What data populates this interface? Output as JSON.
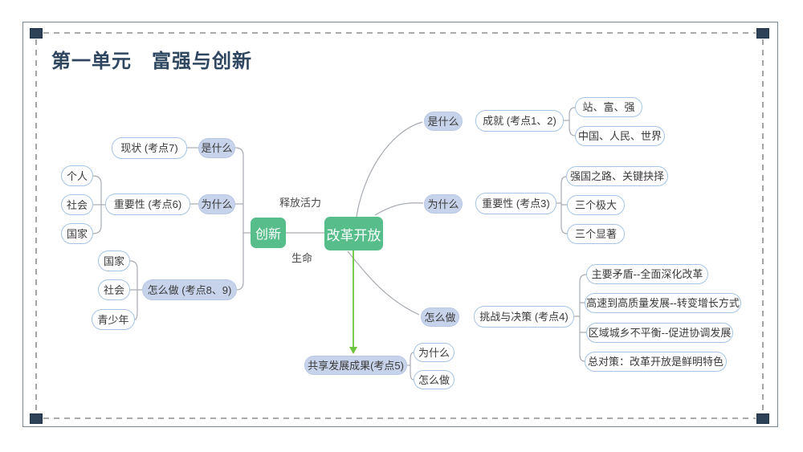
{
  "title": "第一单元　富强与创新",
  "link": {
    "top_label": "释放活力",
    "bottom_label": "生命"
  },
  "innovation": {
    "root": "创新",
    "what": {
      "label": "是什么",
      "status": "现状 (考点7)"
    },
    "why": {
      "label": "为什么",
      "importance": "重要性 (考点6)",
      "levels": [
        "个人",
        "社会",
        "国家"
      ]
    },
    "how": {
      "label": "怎么做 (考点8、9)",
      "actors": [
        "国家",
        "社会",
        "青少年"
      ]
    }
  },
  "reform": {
    "root": "改革开放",
    "what": {
      "label": "是什么",
      "achievement": "成就 (考点1、2)",
      "details": [
        "站、富、强",
        "中国、人民、世界"
      ]
    },
    "why": {
      "label": "为什么",
      "importance": "重要性 (考点3)",
      "details": [
        "强国之路、关键抉择",
        "三个极大",
        "三个显著"
      ]
    },
    "how": {
      "label": "怎么做",
      "strategy": "挑战与决策 (考点4)",
      "details": [
        "主要矛盾--全面深化改革",
        "高速到高质量发展--转变增长方式",
        "区域城乡不平衡--促进协调发展",
        "总对策：改革开放是鲜明特色"
      ]
    },
    "share": {
      "label": "共享发展成果(考点5)",
      "children": [
        "为什么",
        "怎么做"
      ]
    }
  },
  "colors": {
    "root_green": "#57be8b",
    "arrow_green": "#6cc53e",
    "pill_fill": "#c7d3ea",
    "pill_border": "#a7c4e5",
    "connector_line": "#a6abb2",
    "frame_square": "#2d4256",
    "title_text": "#2e4660"
  }
}
